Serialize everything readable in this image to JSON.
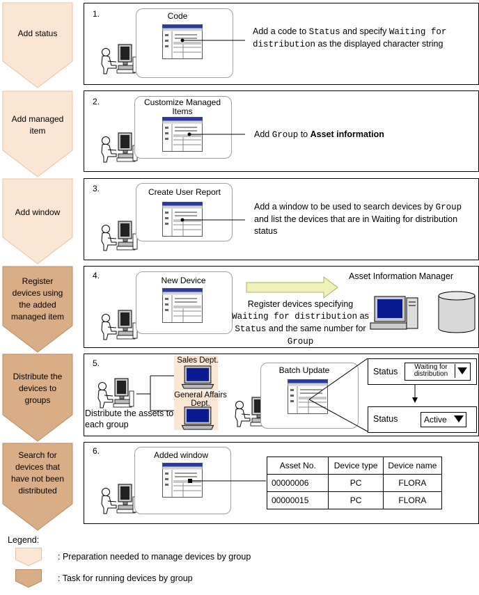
{
  "colors": {
    "prep": "#fbe5d3",
    "prep_stroke": "#e8c3a3",
    "task": "#d9ae86",
    "task_stroke": "#b98a62"
  },
  "steps": [
    {
      "label": "Add status",
      "kind": "prep",
      "number": "1.",
      "window": "Code",
      "desc": [
        "Add a code to ",
        "Status",
        " and specify ",
        "Waiting for distribution",
        " as the displayed character string"
      ]
    },
    {
      "label": "Add managed item",
      "kind": "prep",
      "number": "2.",
      "window": "Customize Managed Items",
      "desc": [
        "Add ",
        "Group",
        " to ",
        "Asset information"
      ]
    },
    {
      "label": "Add window",
      "kind": "prep",
      "number": "3.",
      "window": "Create User Report",
      "desc": [
        "Add a window to be used to search devices by ",
        "Group",
        " and list the devices that are in Waiting for distribution status"
      ]
    },
    {
      "label": "Register devices using the added managed item",
      "kind": "task",
      "number": "4.",
      "window": "New Device",
      "server": "Asset Information Manager",
      "desc": [
        "Register devices specifying ",
        "Waiting for distribution",
        " as ",
        "Status",
        " and the same number for ",
        "Group"
      ]
    },
    {
      "label": "Distribute the devices to groups",
      "kind": "task",
      "number": "5.",
      "window": "Batch Update",
      "dept1": "Sales Dept.",
      "dept2": "General Affairs Dept.",
      "distribute": "Distribute the assets to each group",
      "status_label": "Status",
      "status_before": "Waiting for distribution",
      "status_after": "Active"
    },
    {
      "label": "Search for devices that have not been distributed",
      "kind": "task",
      "number": "6.",
      "window": "Added window",
      "table": {
        "headers": [
          "Asset No.",
          "Device type",
          "Device name"
        ],
        "rows": [
          [
            "00000006",
            "PC",
            "FLORA"
          ],
          [
            "00000015",
            "PC",
            "FLORA"
          ]
        ]
      }
    }
  ],
  "legend": {
    "title": "Legend:",
    "prep": ": Preparation needed to manage devices by group",
    "task": ": Task for running devices by group"
  }
}
